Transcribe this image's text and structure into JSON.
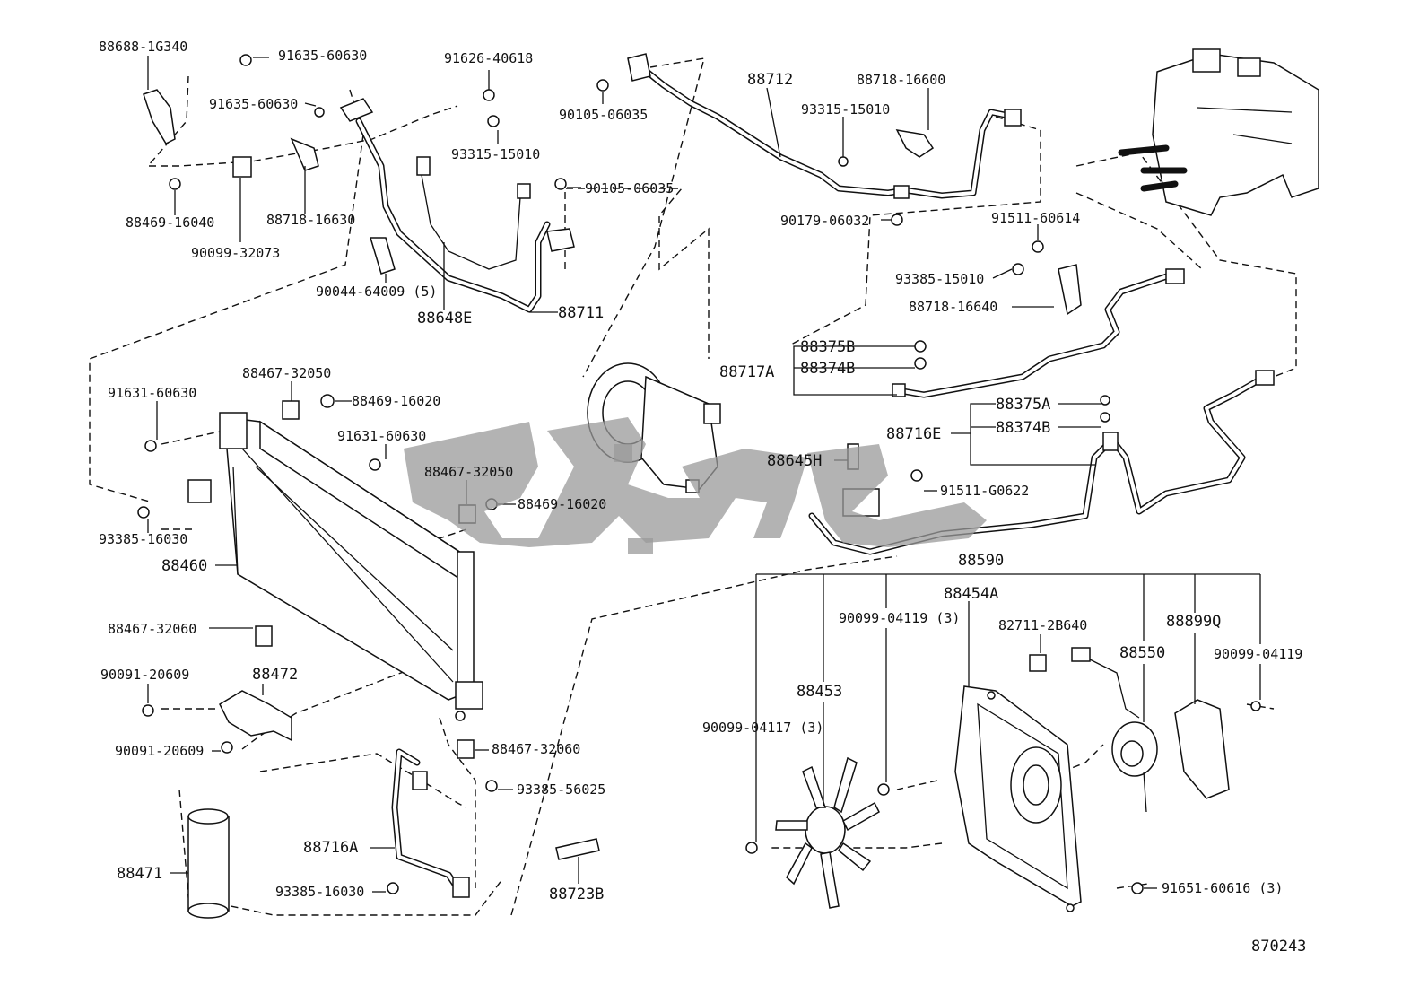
{
  "diagram_id": "870243",
  "labels": {
    "p88688_1G340": "88688-1G340",
    "p91635_60630a": "91635-60630",
    "p91635_60630b": "91635-60630",
    "p91626_40618": "91626-40618",
    "p93315_15010a": "93315-15010",
    "p90105_06035a": "90105-06035",
    "p90105_06035b": "90105-06035",
    "p88712": "88712",
    "p88718_16600": "88718-16600",
    "p93315_15010b": "93315-15010",
    "p90179_06032": "90179-06032",
    "p91511_60614": "91511-60614",
    "p93385_15010": "93385-15010",
    "p88718_16640": "88718-16640",
    "p88469_16040": "88469-16040",
    "p90099_32073": "90099-32073",
    "p88718_16630": "88718-16630",
    "p90044_64009": "90044-64009 (5)",
    "p88648E": "88648E",
    "p88711": "88711",
    "p88375B": "88375B",
    "p88374B_a": "88374B",
    "p88717A": "88717A",
    "p88375A": "88375A",
    "p88374B_b": "88374B",
    "p88716E": "88716E",
    "p88467_32050a": "88467-32050",
    "p88469_16020a": "88469-16020",
    "p91631_60630a": "91631-60630",
    "p91631_60630b": "91631-60630",
    "p88467_32050b": "88467-32050",
    "p88469_16020b": "88469-16020",
    "p88645H": "88645H",
    "p91511_G0622": "91511-G0622",
    "p93385_16030a": "93385-16030",
    "p88460": "88460",
    "p88590": "88590",
    "p88454A": "88454A",
    "p90099_04119_3": "90099-04119 (3)",
    "p82711_2B640": "82711-2B640",
    "p88550": "88550",
    "p88899Q": "88899Q",
    "p90099_04119": "90099-04119",
    "p88467_32060a": "88467-32060",
    "p88453": "88453",
    "p90091_20609a": "90091-20609",
    "p88472": "88472",
    "p90091_20609b": "90091-20609",
    "p88467_32060b": "88467-32060",
    "p90099_04117": "90099-04117 (3)",
    "p93385_56025": "93385-56025",
    "p88716A": "88716A",
    "p88471": "88471",
    "p93385_16030b": "93385-16030",
    "p88723B": "88723B",
    "p91651_60616": "91651-60616 (3)"
  },
  "colors": {
    "line": "#111111",
    "watermark": "#9a9a9a",
    "background": "#ffffff"
  }
}
